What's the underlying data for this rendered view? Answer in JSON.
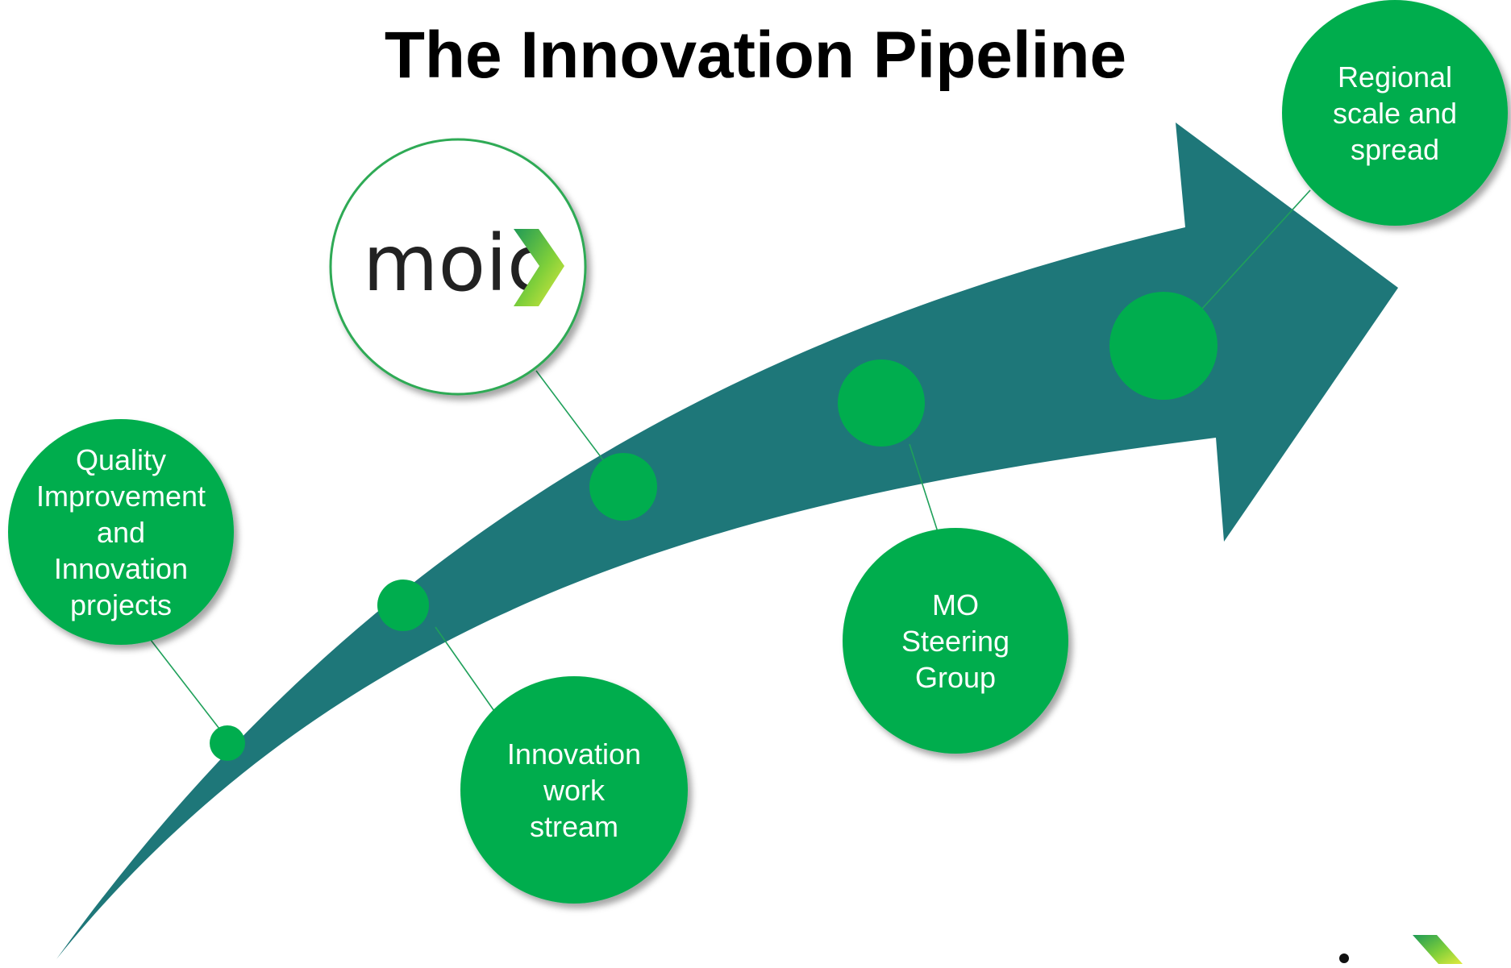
{
  "title": "The Innovation Pipeline",
  "logo_text": "moic",
  "colors": {
    "arrow": "#1e7779",
    "circle": "#00ad4e",
    "text": "#ffffff",
    "connector": "#1fa05a",
    "logo_border": "#2faa55"
  },
  "stages": [
    {
      "label": "Quality\nImprovement\nand\nInnovation\nprojects"
    },
    {
      "label": "Innovation\nwork\nstream"
    },
    {
      "label": "MO\nSteering\nGroup"
    },
    {
      "label": "Regional\nscale and\nspread"
    }
  ]
}
